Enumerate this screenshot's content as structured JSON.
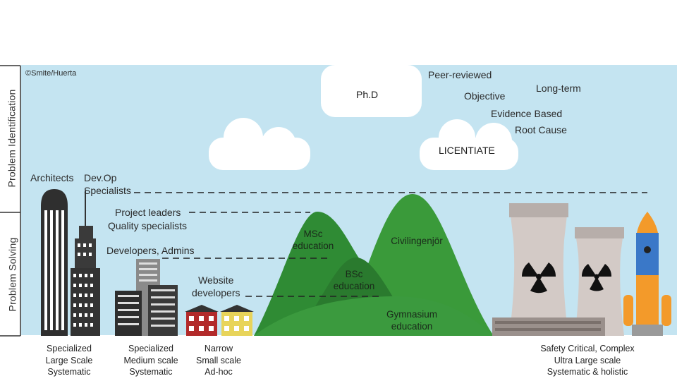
{
  "copyright": "©Smite/Huerta",
  "axis": {
    "top_label": "Problem Identification",
    "bottom_label": "Problem Solving"
  },
  "sky_labels": {
    "phd": "Ph.D",
    "licentiate": "LICENTIATE",
    "peer_reviewed": "Peer-reviewed",
    "long_term": "Long-term",
    "objective": "Objective",
    "evidence_based": "Evidence Based",
    "root_cause": "Root Cause"
  },
  "roles": {
    "architects": "Architects",
    "devop": "Dev.Op\nSpecialists",
    "project_leaders": "Project leaders",
    "quality": "Quality specialists",
    "developers": "Developers, Admins",
    "website": "Website\ndevelopers"
  },
  "hills": {
    "msc": "MSc\neducation",
    "civ": "Civilingenjör",
    "bsc": "BSc\neducation",
    "gym": "Gymnasium\neducation"
  },
  "bottom_captions": {
    "col1": "Specialized\nLarge Scale\nSystematic",
    "col2": "Specialized\nMedium scale\nSystematic",
    "col3": "Narrow\nSmall scale\nAd-hoc",
    "col4": "Safety Critical, Complex\nUltra Large scale\nSystematic & holistic"
  },
  "colors": {
    "sky": "#c4e4f1",
    "hill_light": "#3a9a3a",
    "hill_dark": "#2d7f32",
    "tower": "#3a3a3a",
    "rocket": "#f39a2a",
    "reactor": "#d6cfcc"
  }
}
